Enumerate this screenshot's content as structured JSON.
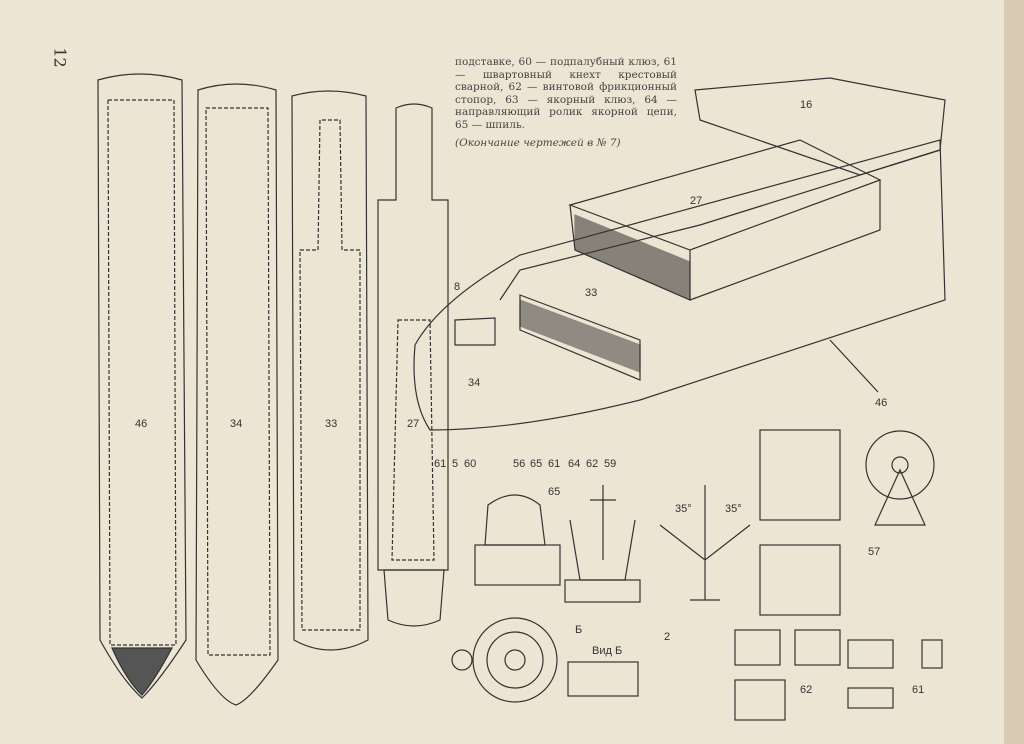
{
  "page_number": "12",
  "caption": {
    "text": "подставке, 60 — подпалубный клюз, 61 — швартовный кнехт крестовый сварной, 62 — винтовой фрикционный стопор, 63 — якорный клюз, 64 — направляющий ролик якорной цепи, 65 — шпиль.",
    "continuation": "(Окончание чертежей в № 7)"
  },
  "deck_plans": [
    "46",
    "34",
    "33",
    "27"
  ],
  "ship_labels": {
    "l16": "16",
    "l27": "27",
    "l33": "33",
    "l34": "34",
    "l8": "8",
    "l46": "46"
  },
  "callouts": [
    "61",
    "5",
    "60",
    "56",
    "65",
    "61",
    "64",
    "62",
    "59"
  ],
  "details": {
    "capstan": "65",
    "anchor_view_marker": "Б",
    "view_label": "Вид Б",
    "anchor": "2",
    "angle_left": "35°",
    "angle_right": "35°",
    "reel": "57",
    "stopper": "62",
    "bollard": "61"
  }
}
